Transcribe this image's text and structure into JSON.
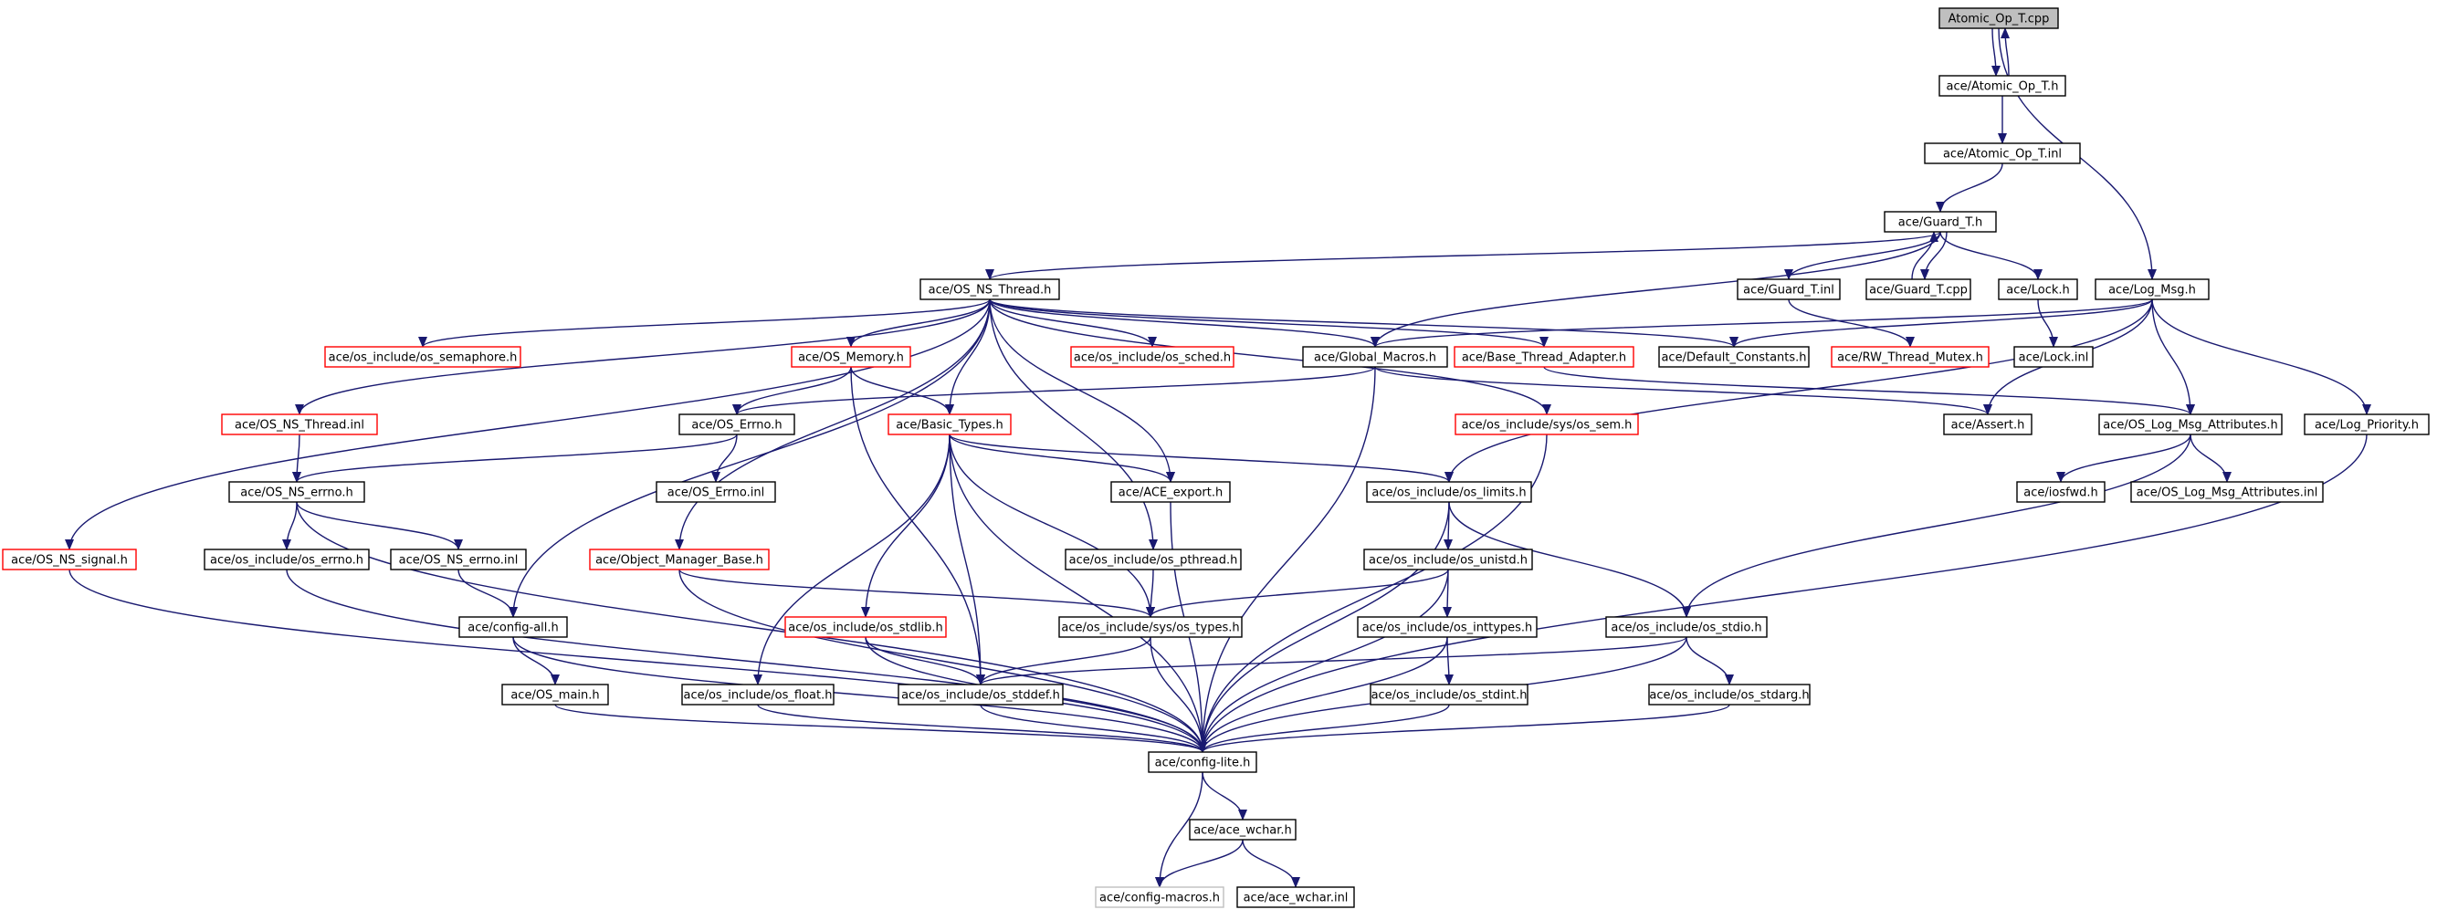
{
  "graph": {
    "kind": "include-dependency-graph",
    "edge_color": "#191970",
    "border_colors": {
      "black": "#000000",
      "red": "#ff0000",
      "grey": "#bfbfbf"
    },
    "root_fill": "#bfbfbf",
    "nodes": [
      {
        "id": "n_atomic_cpp",
        "label": "Atomic_Op_T.cpp",
        "style": "root"
      },
      {
        "id": "n_atomic_h",
        "label": "ace/Atomic_Op_T.h",
        "style": "black"
      },
      {
        "id": "n_atomic_inl",
        "label": "ace/Atomic_Op_T.inl",
        "style": "black"
      },
      {
        "id": "n_guard_h",
        "label": "ace/Guard_T.h",
        "style": "black"
      },
      {
        "id": "n_os_ns_thread_h",
        "label": "ace/OS_NS_Thread.h",
        "style": "black"
      },
      {
        "id": "n_guard_inl",
        "label": "ace/Guard_T.inl",
        "style": "black"
      },
      {
        "id": "n_guard_cpp",
        "label": "ace/Guard_T.cpp",
        "style": "black"
      },
      {
        "id": "n_lock_h",
        "label": "ace/Lock.h",
        "style": "black"
      },
      {
        "id": "n_log_msg_h",
        "label": "ace/Log_Msg.h",
        "style": "black"
      },
      {
        "id": "n_os_semaphore",
        "label": "ace/os_include/os_semaphore.h",
        "style": "red"
      },
      {
        "id": "n_os_memory",
        "label": "ace/OS_Memory.h",
        "style": "red"
      },
      {
        "id": "n_os_sched",
        "label": "ace/os_include/os_sched.h",
        "style": "red"
      },
      {
        "id": "n_global_macros",
        "label": "ace/Global_Macros.h",
        "style": "black"
      },
      {
        "id": "n_base_thread_adapter",
        "label": "ace/Base_Thread_Adapter.h",
        "style": "red"
      },
      {
        "id": "n_default_constants",
        "label": "ace/Default_Constants.h",
        "style": "black"
      },
      {
        "id": "n_rw_thread_mutex",
        "label": "ace/RW_Thread_Mutex.h",
        "style": "red"
      },
      {
        "id": "n_lock_inl",
        "label": "ace/Lock.inl",
        "style": "black"
      },
      {
        "id": "n_os_ns_thread_inl",
        "label": "ace/OS_NS_Thread.inl",
        "style": "red"
      },
      {
        "id": "n_os_errno_h",
        "label": "ace/OS_Errno.h",
        "style": "black"
      },
      {
        "id": "n_basic_types",
        "label": "ace/Basic_Types.h",
        "style": "red"
      },
      {
        "id": "n_os_sys_sem",
        "label": "ace/os_include/sys/os_sem.h",
        "style": "red"
      },
      {
        "id": "n_assert_h",
        "label": "ace/Assert.h",
        "style": "black"
      },
      {
        "id": "n_os_log_msg_attr",
        "label": "ace/OS_Log_Msg_Attributes.h",
        "style": "black"
      },
      {
        "id": "n_log_priority",
        "label": "ace/Log_Priority.h",
        "style": "black"
      },
      {
        "id": "n_os_ns_errno_h",
        "label": "ace/OS_NS_errno.h",
        "style": "black"
      },
      {
        "id": "n_os_errno_inl",
        "label": "ace/OS_Errno.inl",
        "style": "black"
      },
      {
        "id": "n_ace_export",
        "label": "ace/ACE_export.h",
        "style": "black"
      },
      {
        "id": "n_os_limits",
        "label": "ace/os_include/os_limits.h",
        "style": "black"
      },
      {
        "id": "n_iosfwd",
        "label": "ace/iosfwd.h",
        "style": "black"
      },
      {
        "id": "n_os_log_msg_attr_inl",
        "label": "ace/OS_Log_Msg_Attributes.inl",
        "style": "black"
      },
      {
        "id": "n_os_ns_signal",
        "label": "ace/OS_NS_signal.h",
        "style": "red"
      },
      {
        "id": "n_os_include_errno",
        "label": "ace/os_include/os_errno.h",
        "style": "black"
      },
      {
        "id": "n_os_ns_errno_inl",
        "label": "ace/OS_NS_errno.inl",
        "style": "black"
      },
      {
        "id": "n_object_manager_base",
        "label": "ace/Object_Manager_Base.h",
        "style": "red"
      },
      {
        "id": "n_os_pthread",
        "label": "ace/os_include/os_pthread.h",
        "style": "black"
      },
      {
        "id": "n_os_unistd",
        "label": "ace/os_include/os_unistd.h",
        "style": "black"
      },
      {
        "id": "n_config_all",
        "label": "ace/config-all.h",
        "style": "black"
      },
      {
        "id": "n_os_stdlib",
        "label": "ace/os_include/os_stdlib.h",
        "style": "red"
      },
      {
        "id": "n_os_sys_types",
        "label": "ace/os_include/sys/os_types.h",
        "style": "black"
      },
      {
        "id": "n_os_inttypes",
        "label": "ace/os_include/os_inttypes.h",
        "style": "black"
      },
      {
        "id": "n_os_stdio",
        "label": "ace/os_include/os_stdio.h",
        "style": "black"
      },
      {
        "id": "n_os_main",
        "label": "ace/OS_main.h",
        "style": "black"
      },
      {
        "id": "n_os_float",
        "label": "ace/os_include/os_float.h",
        "style": "black"
      },
      {
        "id": "n_os_stddef",
        "label": "ace/os_include/os_stddef.h",
        "style": "black"
      },
      {
        "id": "n_os_stdint",
        "label": "ace/os_include/os_stdint.h",
        "style": "black"
      },
      {
        "id": "n_os_stdarg",
        "label": "ace/os_include/os_stdarg.h",
        "style": "black"
      },
      {
        "id": "n_config_lite",
        "label": "ace/config-lite.h",
        "style": "black"
      },
      {
        "id": "n_ace_wchar_h",
        "label": "ace/ace_wchar.h",
        "style": "black"
      },
      {
        "id": "n_config_macros",
        "label": "ace/config-macros.h",
        "style": "grey"
      },
      {
        "id": "n_ace_wchar_inl",
        "label": "ace/ace_wchar.inl",
        "style": "black"
      }
    ],
    "edges": [
      [
        "n_atomic_cpp",
        "n_atomic_h"
      ],
      [
        "n_atomic_h",
        "n_atomic_cpp"
      ],
      [
        "n_atomic_cpp",
        "n_log_msg_h"
      ],
      [
        "n_atomic_h",
        "n_atomic_inl"
      ],
      [
        "n_atomic_inl",
        "n_guard_h"
      ],
      [
        "n_guard_h",
        "n_os_ns_thread_h"
      ],
      [
        "n_guard_h",
        "n_guard_inl"
      ],
      [
        "n_guard_h",
        "n_guard_cpp"
      ],
      [
        "n_guard_cpp",
        "n_guard_h"
      ],
      [
        "n_guard_h",
        "n_lock_h"
      ],
      [
        "n_guard_h",
        "n_global_macros"
      ],
      [
        "n_guard_inl",
        "n_rw_thread_mutex"
      ],
      [
        "n_lock_h",
        "n_lock_inl"
      ],
      [
        "n_log_msg_h",
        "n_global_macros"
      ],
      [
        "n_log_msg_h",
        "n_default_constants"
      ],
      [
        "n_log_msg_h",
        "n_assert_h"
      ],
      [
        "n_log_msg_h",
        "n_os_log_msg_attr"
      ],
      [
        "n_log_msg_h",
        "n_log_priority"
      ],
      [
        "n_log_msg_h",
        "n_os_limits"
      ],
      [
        "n_os_ns_thread_h",
        "n_os_semaphore"
      ],
      [
        "n_os_ns_thread_h",
        "n_os_memory"
      ],
      [
        "n_os_ns_thread_h",
        "n_os_sched"
      ],
      [
        "n_os_ns_thread_h",
        "n_global_macros"
      ],
      [
        "n_os_ns_thread_h",
        "n_base_thread_adapter"
      ],
      [
        "n_os_ns_thread_h",
        "n_default_constants"
      ],
      [
        "n_os_ns_thread_h",
        "n_os_ns_thread_inl"
      ],
      [
        "n_os_ns_thread_h",
        "n_basic_types"
      ],
      [
        "n_os_ns_thread_h",
        "n_os_sys_sem"
      ],
      [
        "n_os_ns_thread_h",
        "n_ace_export"
      ],
      [
        "n_os_ns_thread_h",
        "n_os_ns_signal"
      ],
      [
        "n_os_ns_thread_h",
        "n_object_manager_base"
      ],
      [
        "n_os_ns_thread_h",
        "n_os_pthread"
      ],
      [
        "n_os_ns_thread_h",
        "n_config_all"
      ],
      [
        "n_global_macros",
        "n_os_errno_h"
      ],
      [
        "n_global_macros",
        "n_assert_h"
      ],
      [
        "n_global_macros",
        "n_config_lite"
      ],
      [
        "n_base_thread_adapter",
        "n_os_log_msg_attr"
      ],
      [
        "n_os_memory",
        "n_os_errno_h"
      ],
      [
        "n_os_memory",
        "n_basic_types"
      ],
      [
        "n_os_memory",
        "n_os_stddef"
      ],
      [
        "n_os_ns_thread_inl",
        "n_os_ns_errno_h"
      ],
      [
        "n_os_errno_h",
        "n_os_ns_errno_h"
      ],
      [
        "n_os_errno_h",
        "n_os_errno_inl"
      ],
      [
        "n_basic_types",
        "n_ace_export"
      ],
      [
        "n_basic_types",
        "n_os_limits"
      ],
      [
        "n_basic_types",
        "n_os_stdlib"
      ],
      [
        "n_basic_types",
        "n_os_sys_types"
      ],
      [
        "n_basic_types",
        "n_os_float"
      ],
      [
        "n_basic_types",
        "n_os_stddef"
      ],
      [
        "n_basic_types",
        "n_config_lite"
      ],
      [
        "n_os_sys_sem",
        "n_config_lite"
      ],
      [
        "n_os_log_msg_attr",
        "n_iosfwd"
      ],
      [
        "n_os_log_msg_attr",
        "n_os_log_msg_attr_inl"
      ],
      [
        "n_os_log_msg_attr",
        "n_os_stdio"
      ],
      [
        "n_log_priority",
        "n_config_lite"
      ],
      [
        "n_os_ns_errno_h",
        "n_os_include_errno"
      ],
      [
        "n_os_ns_errno_h",
        "n_os_ns_errno_inl"
      ],
      [
        "n_os_ns_errno_h",
        "n_config_lite"
      ],
      [
        "n_os_ns_errno_inl",
        "n_config_all"
      ],
      [
        "n_os_include_errno",
        "n_config_lite"
      ],
      [
        "n_ace_export",
        "n_config_lite"
      ],
      [
        "n_os_limits",
        "n_os_unistd"
      ],
      [
        "n_os_limits",
        "n_os_stdio"
      ],
      [
        "n_os_limits",
        "n_config_lite"
      ],
      [
        "n_os_ns_signal",
        "n_config_lite"
      ],
      [
        "n_object_manager_base",
        "n_os_sys_types"
      ],
      [
        "n_object_manager_base",
        "n_config_lite"
      ],
      [
        "n_os_pthread",
        "n_os_sys_types"
      ],
      [
        "n_os_unistd",
        "n_os_sys_types"
      ],
      [
        "n_os_unistd",
        "n_os_inttypes"
      ],
      [
        "n_os_unistd",
        "n_config_lite"
      ],
      [
        "n_config_all",
        "n_os_main"
      ],
      [
        "n_config_all",
        "n_config_lite"
      ],
      [
        "n_os_stdlib",
        "n_os_stddef"
      ],
      [
        "n_os_stdlib",
        "n_config_lite"
      ],
      [
        "n_os_sys_types",
        "n_os_stddef"
      ],
      [
        "n_os_sys_types",
        "n_config_lite"
      ],
      [
        "n_os_inttypes",
        "n_os_stdint"
      ],
      [
        "n_os_inttypes",
        "n_config_lite"
      ],
      [
        "n_os_stdio",
        "n_os_stdarg"
      ],
      [
        "n_os_stdio",
        "n_os_stddef"
      ],
      [
        "n_os_stdio",
        "n_config_lite"
      ],
      [
        "n_os_main",
        "n_config_lite"
      ],
      [
        "n_os_float",
        "n_config_lite"
      ],
      [
        "n_os_stddef",
        "n_config_lite"
      ],
      [
        "n_os_stdint",
        "n_config_lite"
      ],
      [
        "n_os_stdarg",
        "n_config_lite"
      ],
      [
        "n_config_lite",
        "n_ace_wchar_h"
      ],
      [
        "n_config_lite",
        "n_config_macros"
      ],
      [
        "n_ace_wchar_h",
        "n_config_macros"
      ],
      [
        "n_ace_wchar_h",
        "n_ace_wchar_inl"
      ]
    ]
  }
}
